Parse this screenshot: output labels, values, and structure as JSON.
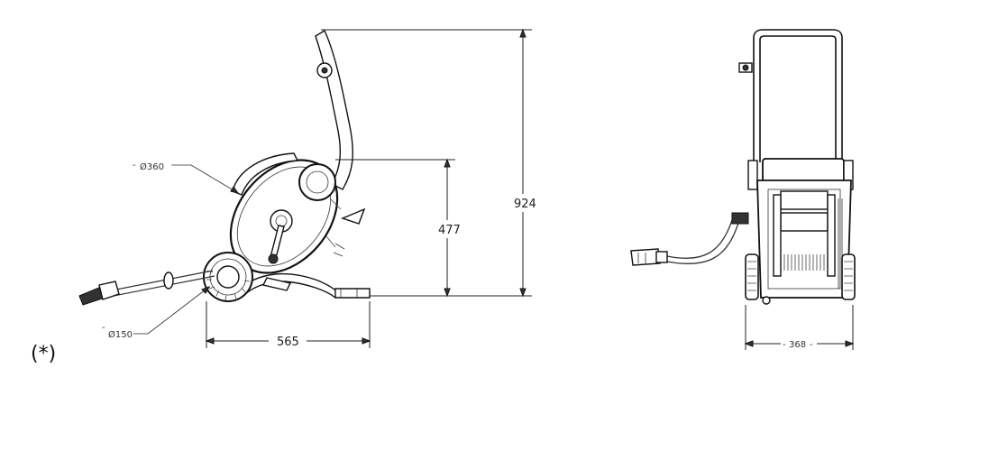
{
  "side_view": {
    "height_dim": "924",
    "reel_height_dim": "477",
    "length_dim": "565",
    "reel_diameter": "Ø360",
    "wheel_diameter": "Ø150"
  },
  "front_view": {
    "width_dim": "368"
  },
  "footnote": "(*)"
}
